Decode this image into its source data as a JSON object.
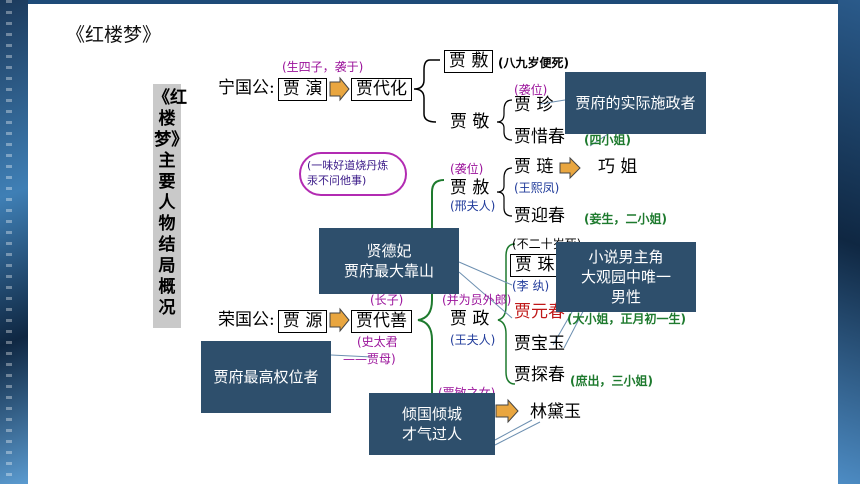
{
  "page_title": "《红楼梦》",
  "vertical_title": "《红楼梦》主要人物结局概况",
  "ning": {
    "label": "宁国公:",
    "founder": "贾 演",
    "founder_note": "(生四子，袭于)",
    "second": "贾代化",
    "fu": "贾 敷",
    "fu_note": "(八九岁便死)",
    "jing": "贾 敬",
    "zhen": "贾 珍",
    "zhen_note": "(袭位)",
    "xichun": "贾惜春",
    "xichun_note": "(四小姐)",
    "jing_bubble": "(一味好道烧丹炼汞不问他事)"
  },
  "rong": {
    "label": "荣国公:",
    "founder": "贾 源",
    "second": "贾代善",
    "second_note_top": "(长子)",
    "second_note_bottom": "(史太君",
    "second_note_bottom2": "——贾母)",
    "she": "贾 赦",
    "she_note_top": "(袭位)",
    "she_note_bottom": "(邢夫人)",
    "lian": "贾 琏",
    "lian_wife": "(王熙凤)",
    "qiaojie": "巧 姐",
    "yingchun": "贾迎春",
    "yingchun_note": "(妾生，二小姐)",
    "zheng": "贾 政",
    "zheng_note_top": "(并为员外郎)",
    "zheng_note_bottom": "(王夫人)",
    "zhu": "贾 珠",
    "zhu_note": "(不二十岁死)",
    "zhu_wife": "(李 纨)",
    "yuanchun": "贾元春",
    "yuanchun_note": "(大小姐，正月初一生)",
    "baoyu": "贾宝玉",
    "tanchun": "贾探春",
    "tanchun_note": "(庶出，三小姐)",
    "min_note": "(贾敏之女)",
    "daiyu": "林黛玉"
  },
  "callouts": {
    "zhen_role": "贾府的实际施政者",
    "yuanchun_role": "贤德妃\n贾府最大靠山",
    "baoyu_role": "小说男主角\n大观园中唯一\n男性",
    "jiamu_role": "贾府最高权位者",
    "daiyu_role": "倾国倾城\n才气过人"
  },
  "colors": {
    "callout_bg": "#2e4f6c",
    "note_magenta": "#9b139b",
    "note_blue": "#1f3a9a",
    "brace_green": "#1e7a2e",
    "yuanchun_red": "#c01818"
  }
}
